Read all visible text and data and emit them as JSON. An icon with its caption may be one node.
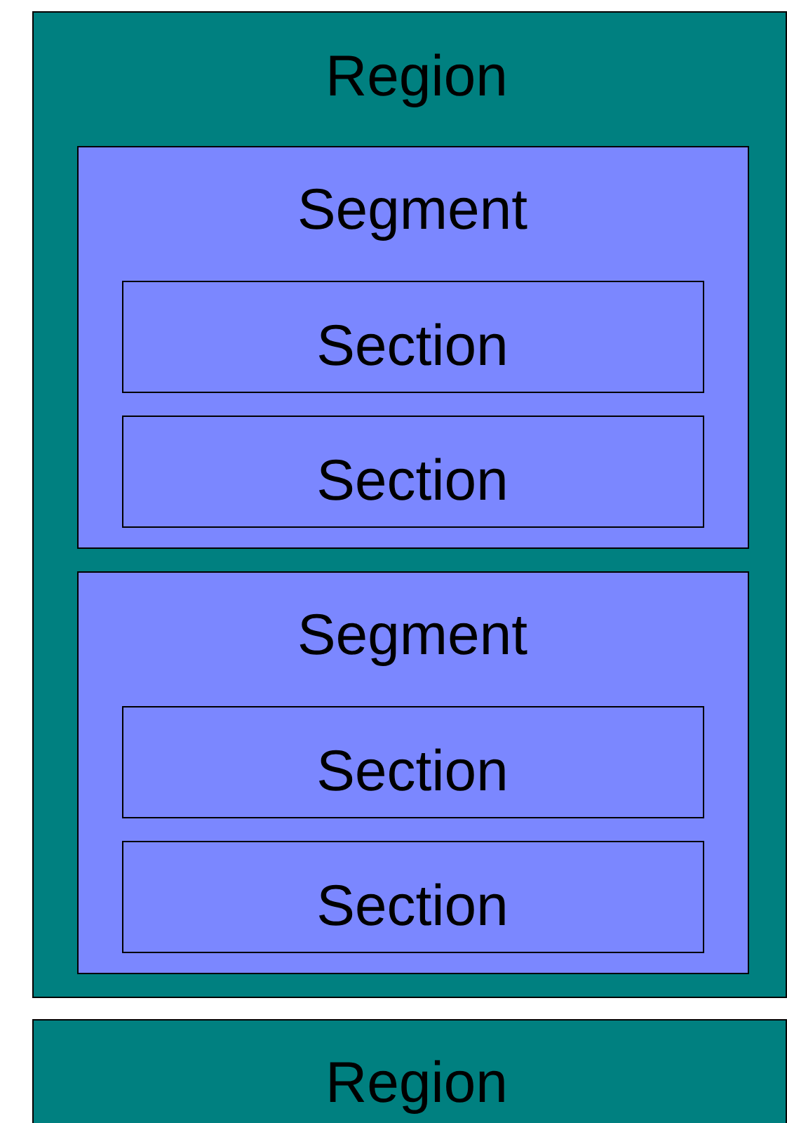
{
  "diagram": {
    "nodes": [
      {
        "text": [
          "Region"
        ]
      },
      {
        "text": [
          "Segment"
        ],
        "in": 0
      },
      {
        "text": [
          "Section"
        ],
        "in": 1
      },
      {
        "text": [
          "Section"
        ],
        "in": 1
      },
      {
        "text": [
          "Segment"
        ],
        "in": 0
      },
      {
        "text": [
          "Section"
        ],
        "in": 4
      },
      {
        "text": [
          "Section"
        ],
        "in": 4
      },
      {
        "text": [
          "Region"
        ]
      }
    ]
  }
}
